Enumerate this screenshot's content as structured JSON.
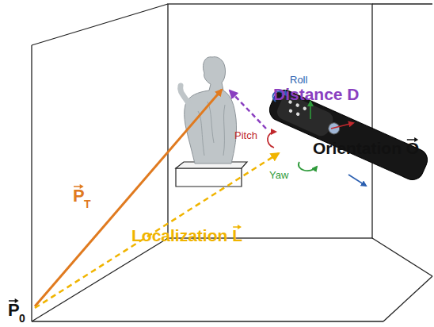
{
  "diagram": {
    "labels": [
      "Distance D",
      "Roll",
      "Pitch",
      "Yaw",
      "Orientation O",
      "P",
      "T",
      "Localization L",
      "P",
      "0"
    ]
  }
}
